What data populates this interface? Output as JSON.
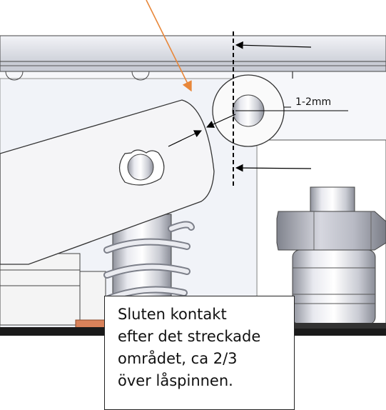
{
  "dimension": {
    "label": "1-2mm"
  },
  "callout": {
    "lines": [
      "Sluten kontakt",
      "efter det streckade",
      "området, ca 2/3",
      "över låspinnen."
    ]
  },
  "colors": {
    "leader_arrow": "#e8873a",
    "dashed_line": "#000000",
    "part_fill": "#f4f4f4",
    "metal_light": "#dcdde6",
    "copper_pad": "#d9825a"
  }
}
